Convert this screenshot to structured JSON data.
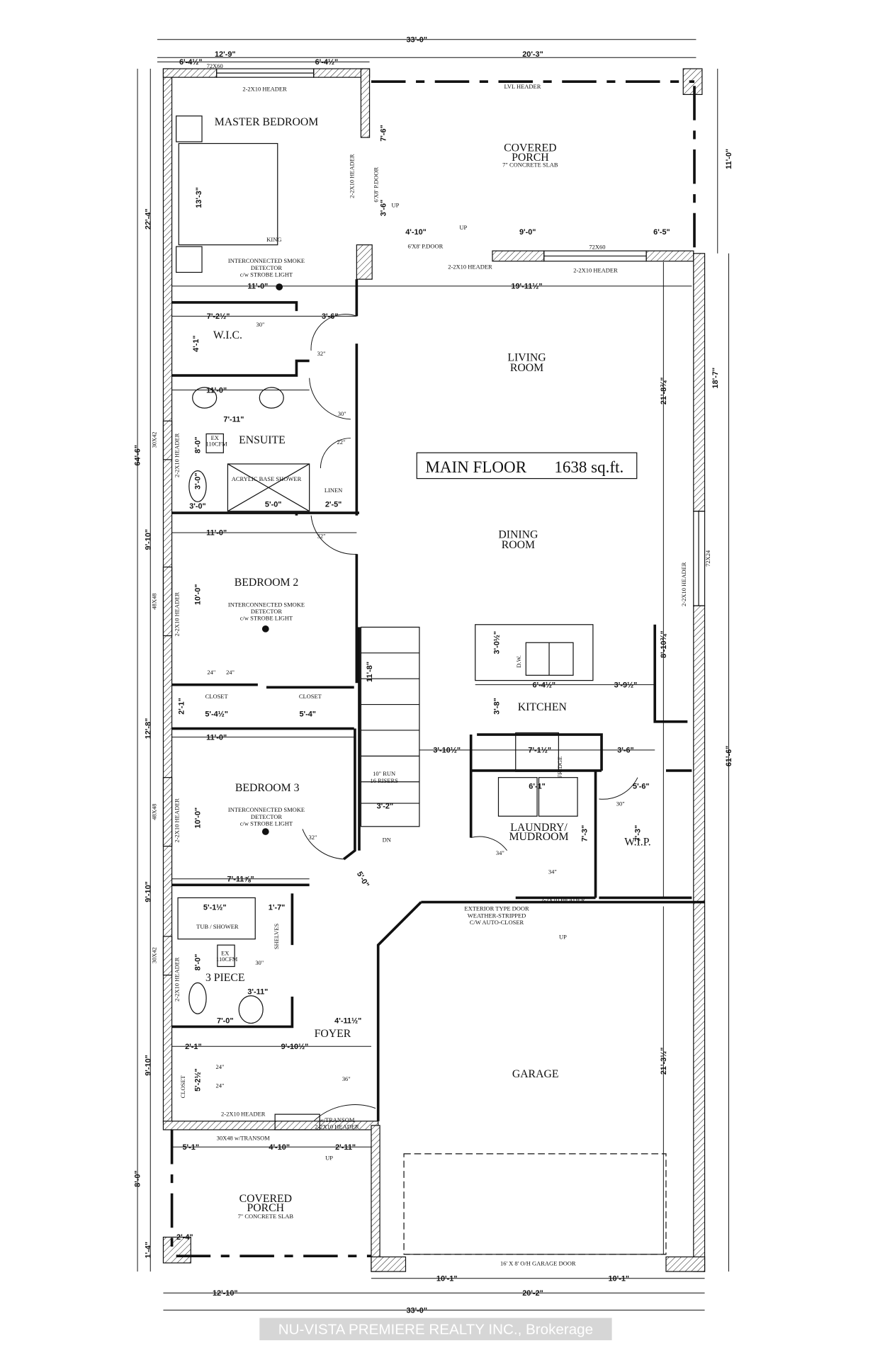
{
  "title": {
    "label": "MAIN FLOOR",
    "area": "1638 sq.ft."
  },
  "rooms": {
    "master_bedroom": "MASTER BEDROOM",
    "covered_porch_top": [
      "COVERED",
      "PORCH",
      "7\" CONCRETE SLAB"
    ],
    "wic": "W.I.C.",
    "living": [
      "LIVING",
      "ROOM"
    ],
    "ensuite": "ENSUITE",
    "dining": [
      "DINING",
      "ROOM"
    ],
    "bedroom2": "BEDROOM 2",
    "kitchen": "KITCHEN",
    "bedroom3": "BEDROOM 3",
    "laundry": [
      "LAUNDRY/",
      "MUDROOM"
    ],
    "wip": "W.I.P.",
    "three_piece": "3 PIECE",
    "foyer": "FOYER",
    "garage": "GARAGE",
    "covered_porch_front": [
      "COVERED",
      "PORCH",
      "7\" CONCRETE SLAB"
    ]
  },
  "notes": {
    "lvl_header": "LVL HEADER",
    "header": "2-2X10 HEADER",
    "window_72x60": "72X60",
    "pdoor": "6'X8' P.DOOR",
    "up": "UP",
    "dn": "DN",
    "king": "KING",
    "smoke": [
      "INTERCONNECTED SMOKE",
      "DETECTOR",
      "c/w STROBE LIGHT"
    ],
    "ex_fan": [
      "EX",
      "110CFM"
    ],
    "shower": "ACRYLIC BASE SHOWER",
    "linen": "LINEN",
    "closet": "CLOSET",
    "dw": "D.W.",
    "fridge": "FRIDGE",
    "stairs": [
      "10\" RUN",
      "16 RISERS"
    ],
    "tub": "TUB / SHOWER",
    "shelves": "SHELVES",
    "ext_door": [
      "EXTERIOR TYPE DOOR",
      "WEATHER-STRIPPED",
      "C/W AUTO-CLOSER"
    ],
    "transom_header": [
      "w/TRANSOM",
      "2-2X10 HEADER"
    ],
    "window_30x48": "30X48 w/TRANSOM",
    "window_72x24": "72X24",
    "window_48x48": "48X48",
    "window_30x42": "30X42",
    "garage_door": "16' X 8' O/H GARAGE DOOR",
    "door_30": "30\"",
    "door_32": "32\"",
    "door_22": "22\"",
    "door_24": "24\"",
    "door_34": "34\"",
    "door_36": "36\""
  },
  "dimensions": {
    "overall_width": "33'-0\"",
    "top_left": "12'-9\"",
    "top_right": "20'-3\"",
    "top_win_l": "6'-4½\"",
    "top_win_r": "6'-4½\"",
    "porch_depth": "11'-0\"",
    "left_22_4": "22'-4\"",
    "overall_depth": "64'-6\"",
    "left_9_10a": "9'-10\"",
    "left_12_8": "12'-8\"",
    "left_9_10b": "9'-10\"",
    "left_9_10c": "9'-10\"",
    "left_8_0": "8'-0\"",
    "left_1_4": "1'-4\"",
    "right_18_7": "18'-7\"",
    "right_61_6": "61'-6\"",
    "living_21_8": "21'-8¾\"",
    "kitchen_8_10": "8'-10¾\"",
    "garage_21_3": "21'-3½\"",
    "pd_7_6": "7'-6\"",
    "pd_3_6": "3'-6\"",
    "bed_13_3": "13'-3\"",
    "porch_4_10": "4'-10\"",
    "porch_9_0": "9'-0\"",
    "porch_6_5": "6'-5\"",
    "master_11_0": "11'-0\"",
    "living_19_11": "19'-11½\"",
    "wic_7_2": "7'-2½\"",
    "hall_3_6": "3'-6\"",
    "wic_4_1": "4'-1\"",
    "ens_11_0": "11'-0\"",
    "ens_7_11": "7'-11\"",
    "ens_8_0": "8'-0\"",
    "ens_3_0v": "3'-0\"",
    "ens_3_0": "3'-0\"",
    "shower_5_0": "5'-0\"",
    "linen_2_5": "2'-5\"",
    "bed2_11_0": "11'-0\"",
    "bed2_10_0": "10'-0\"",
    "stair_11_8": "11'-8\"",
    "isl_3_0": "3'-0½\"",
    "isl_6_4": "6'-4½\"",
    "isl_3_9": "3'-9½\"",
    "kit_3_8": "3'-8\"",
    "cl_2_1": "2'-1\"",
    "cl_5_4a": "5'-4½\"",
    "cl_5_4": "5'-4\"",
    "bed3_11_0": "11'-0\"",
    "kit_3_10": "3'-10½\"",
    "kit_7_1": "7'-1½\"",
    "kit_3_6": "3'-6\"",
    "wip_5_6": "5'-6\"",
    "lau_6_1": "6'-1\"",
    "stair_3_2": "3'-2\"",
    "bed3_10_0": "10'-0\"",
    "lau_7_3": "7'-3\"",
    "wip_7_3": "7'-3\"",
    "bed3_7_11": "7'-11⅞\"",
    "hall_5_0": "5'-0\"",
    "tub_5_1": "5'-1½\"",
    "shelf_1_7": "1'-7\"",
    "bath_8_0": "8'-0\"",
    "bath_3_11": "3'-11\"",
    "bath_7_0": "7'-0\"",
    "foyer_4_11": "4'-11½\"",
    "foyer_2_1": "2'-1\"",
    "foyer_9_10": "9'-10½\"",
    "closet_5_2": "5'-2½\"",
    "porch_5_1": "5'-1\"",
    "porch_4_10b": "4'-10\"",
    "porch_2_11": "2'-11\"",
    "porch_2_4": "2'-4\"",
    "gd_10_1a": "10'-1\"",
    "gd_10_1b": "10'-1\"",
    "bot_12_10": "12'-10\"",
    "bot_20_2": "20'-2\"",
    "bot_33_0": "33'-0\""
  },
  "watermark": "NU-VISTA PREMIERE REALTY INC., Brokerage"
}
